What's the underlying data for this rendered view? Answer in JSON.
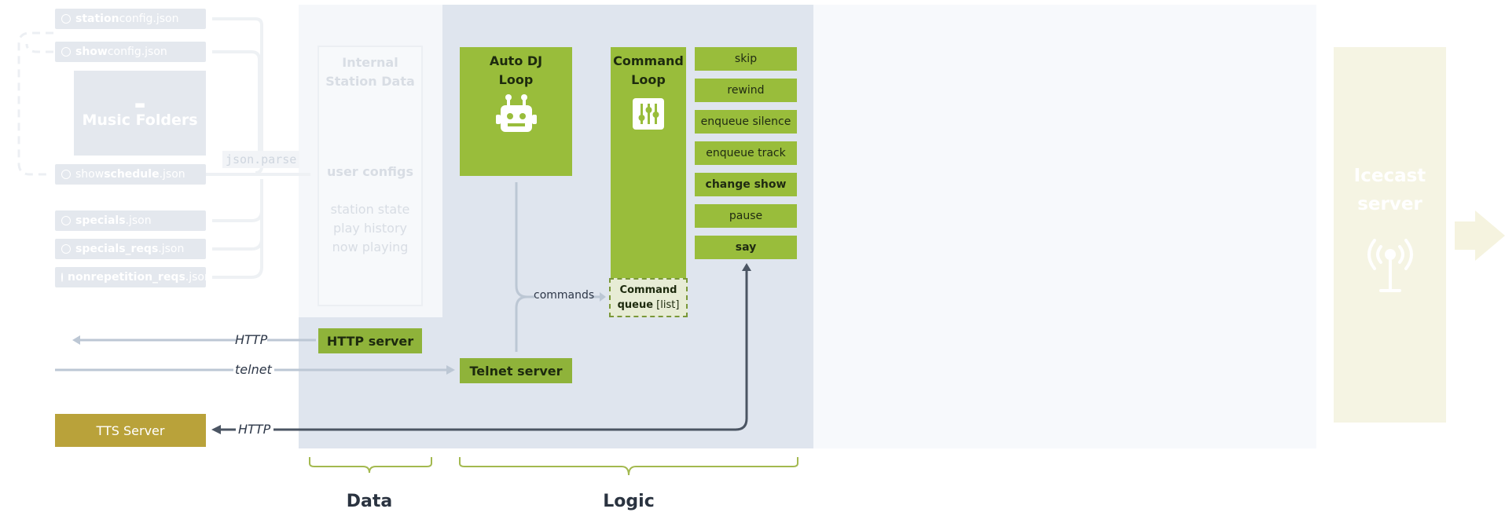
{
  "files": [
    {
      "bold": "station",
      "rest": "config.json"
    },
    {
      "bold": "show",
      "rest": "config.json"
    },
    {
      "bold": "show",
      "rest": "",
      "bold2": "schedule",
      "rest2": ".json"
    },
    {
      "bold": "specials",
      "rest": ".json"
    },
    {
      "bold": "specials_reqs",
      "rest": ".json"
    },
    {
      "bold": "nonrepetition_reqs",
      "rest": ".json"
    }
  ],
  "music_folders": "Music Folders",
  "json_parse": "json.parse",
  "internal": {
    "title_line1": "Internal",
    "title_line2": "Station Data",
    "user_configs": "user configs",
    "station_state": "station state",
    "play_history": "play history",
    "now_playing": "now playing"
  },
  "auto_dj": {
    "line1": "Auto DJ",
    "line2": "Loop"
  },
  "command_loop": {
    "line1": "Command",
    "line2": "Loop"
  },
  "commands": [
    "skip",
    "rewind",
    "enqueue silence",
    "enqueue track",
    "change show",
    "pause",
    "say"
  ],
  "command_queue": {
    "bold": "Command",
    "bold2": "queue",
    "rest": " [list]"
  },
  "commands_label": "commands",
  "http_server": "HTTP server",
  "telnet_server": "Telnet server",
  "tts_server": "TTS Server",
  "http_label": "HTTP",
  "telnet_label": "telnet",
  "http_label_2": "HTTP",
  "icecast": {
    "line1": "Icecast",
    "line2": "server"
  },
  "section_labels": {
    "data": "Data",
    "logic": "Logic"
  },
  "colors": {
    "green": "#99bd3b",
    "gold": "#b9a23a",
    "panel": "#dfe5ee",
    "arrow_dark": "#4b5563"
  }
}
